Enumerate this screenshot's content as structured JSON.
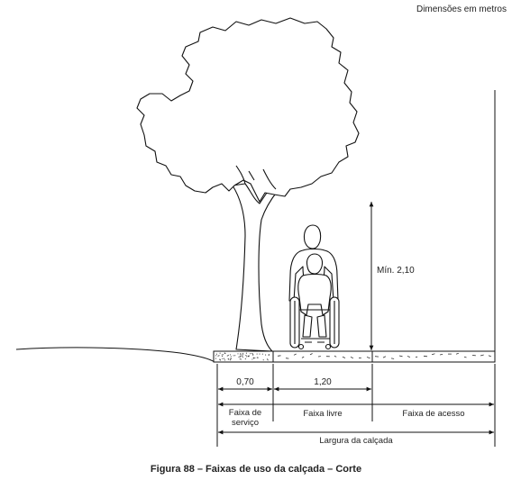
{
  "header": {
    "units_note": "Dimensões em metros"
  },
  "dimensions": {
    "min_height": "Mín. 2,10",
    "width_service": "0,70",
    "width_free": "1,20"
  },
  "zones": {
    "service_line1": "Faixa de",
    "service_line2": "serviço",
    "free": "Faixa livre",
    "access": "Faixa de acesso"
  },
  "total_label": "Largura da calçada",
  "caption": "Figura 88 – Faixas de uso da calçada – Corte"
}
